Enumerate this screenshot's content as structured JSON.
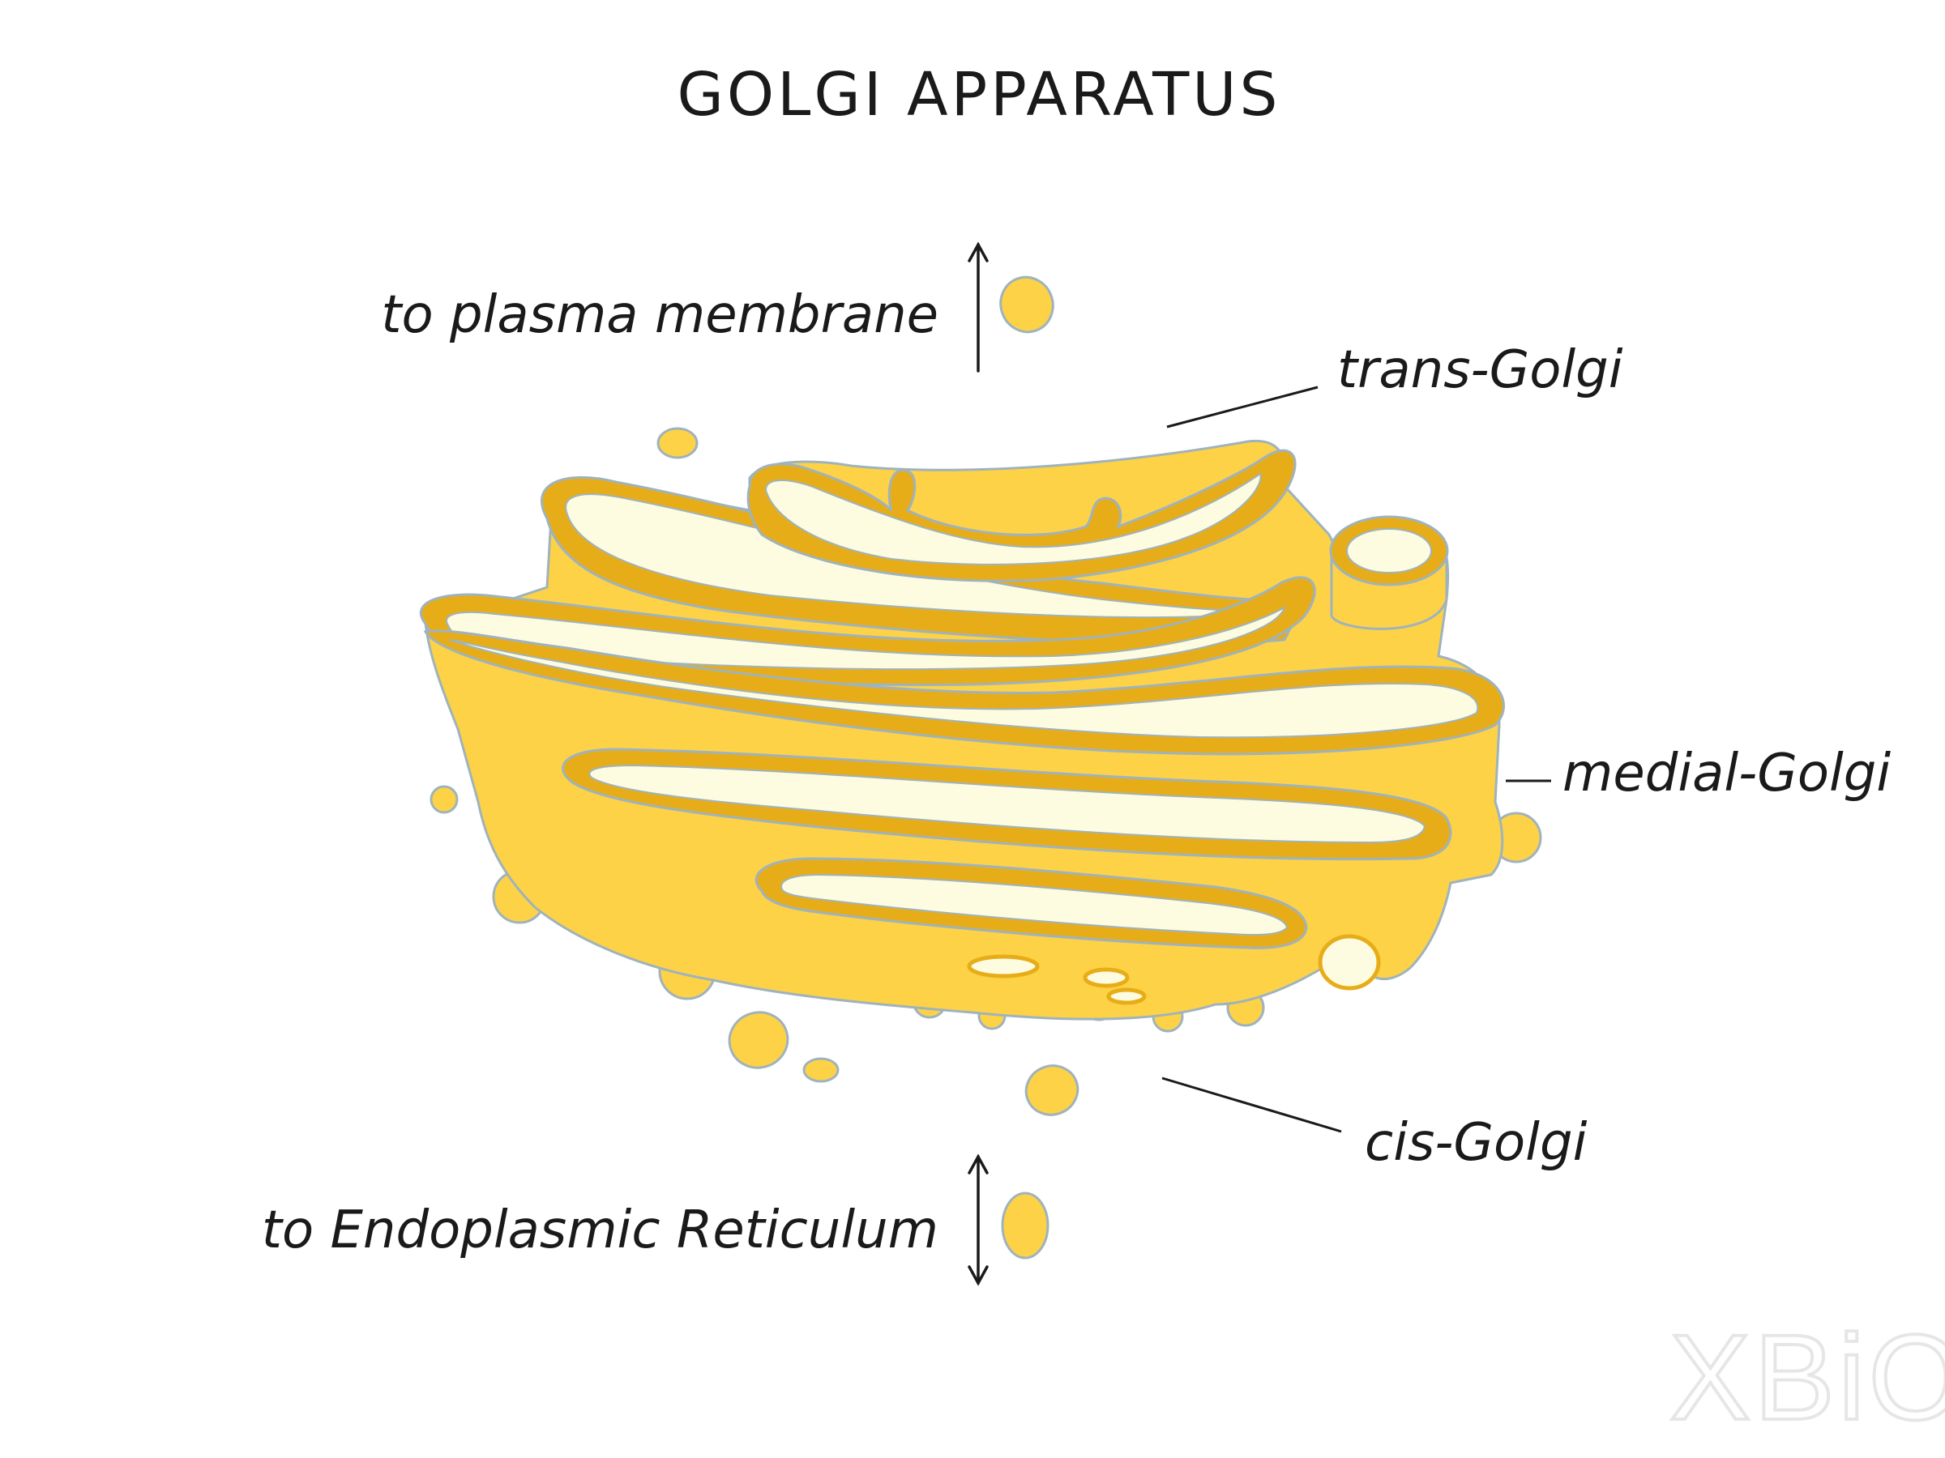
{
  "title": "GOLGI APPARATUS",
  "labels": {
    "plasma_membrane": "to plasma membrane",
    "trans": "trans-Golgi",
    "medial": "medial-Golgi",
    "cis": "cis-Golgi",
    "er": "to Endoplasmic Reticulum"
  },
  "watermark": "XBiO",
  "colors": {
    "cisterna_fill": "#fdd246",
    "cisterna_rim": "#e7ad18",
    "lumen": "#fefce0",
    "outline": "#9fb3bd",
    "ink": "#1a1a1a"
  }
}
